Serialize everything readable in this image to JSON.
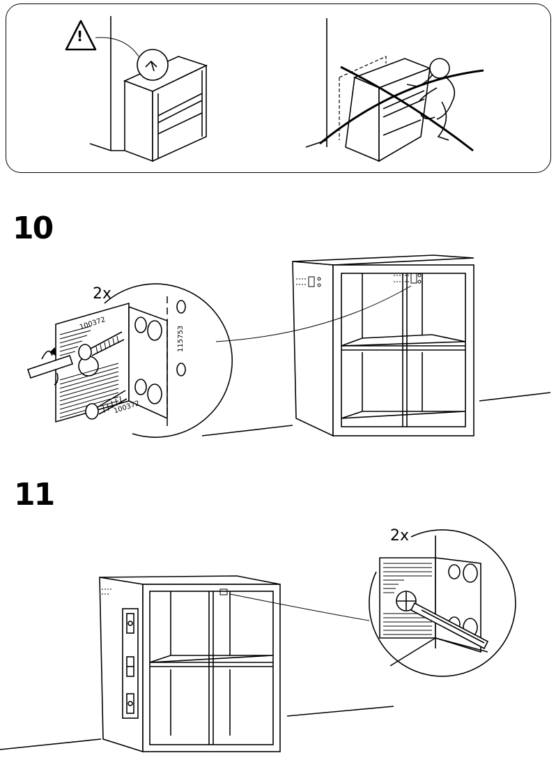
{
  "warning_panel": {
    "warning_symbol": "!",
    "icons": [
      "warning-triangle-icon",
      "wall-anchor-detail-icon",
      "no-climbing-icon"
    ]
  },
  "steps": [
    {
      "number": "10",
      "quantity": "2x",
      "part_labels": [
        "100372",
        "100372",
        "115753"
      ]
    },
    {
      "number": "11",
      "quantity": "2x"
    }
  ]
}
